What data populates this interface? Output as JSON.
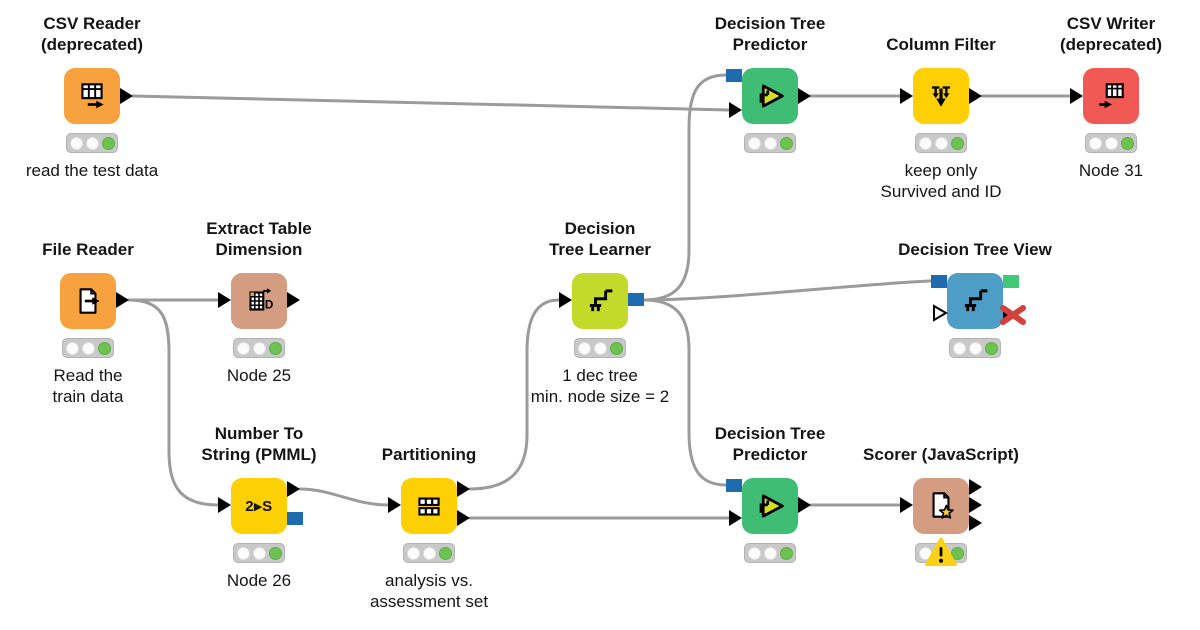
{
  "app": "KNIME workflow canvas",
  "palette": {
    "wire": "#9b9b9b",
    "port_data_triangle": "#000000",
    "port_model_blue": "#1e6bb0",
    "port_image_green": "#41c878",
    "status_executed_green": "#6cc351",
    "traffic_housing": "#c9c9c9",
    "warning_yellow": "#fcd116",
    "error_x_red": "#d2423c",
    "node_orange": "#f8a13f",
    "node_yellow": "#fdd005",
    "node_green": "#40bd74",
    "node_lime": "#c3da2a",
    "node_red": "#f15954",
    "node_blue": "#4d9dc7",
    "node_tan": "#d49c80"
  },
  "nodes": {
    "csv_reader": {
      "title": "CSV Reader\n(deprecated)",
      "label": "read the test data"
    },
    "dt_predictor_top": {
      "title": "Decision Tree\nPredictor"
    },
    "column_filter": {
      "title": "Column Filter",
      "label": "keep only\nSurvived and ID"
    },
    "csv_writer": {
      "title": "CSV Writer\n(deprecated)",
      "label": "Node 31"
    },
    "file_reader": {
      "title": "File Reader",
      "label": "Read the\ntrain data"
    },
    "extract_table_dimension": {
      "title": "Extract Table\nDimension",
      "label": "Node 25",
      "icon_letter": "D"
    },
    "dt_learner": {
      "title": "Decision\nTree Learner",
      "label": "1 dec tree\nmin. node size = 2"
    },
    "dt_view": {
      "title": "Decision Tree View"
    },
    "number_to_string": {
      "title": "Number To\nString (PMML)",
      "label": "Node 26",
      "icon_text": "2▸S"
    },
    "partitioning": {
      "title": "Partitioning",
      "label": "analysis vs.\nassessment set"
    },
    "dt_predictor_bottom": {
      "title": "Decision Tree\nPredictor"
    },
    "scorer": {
      "title": "Scorer (JavaScript)"
    }
  }
}
